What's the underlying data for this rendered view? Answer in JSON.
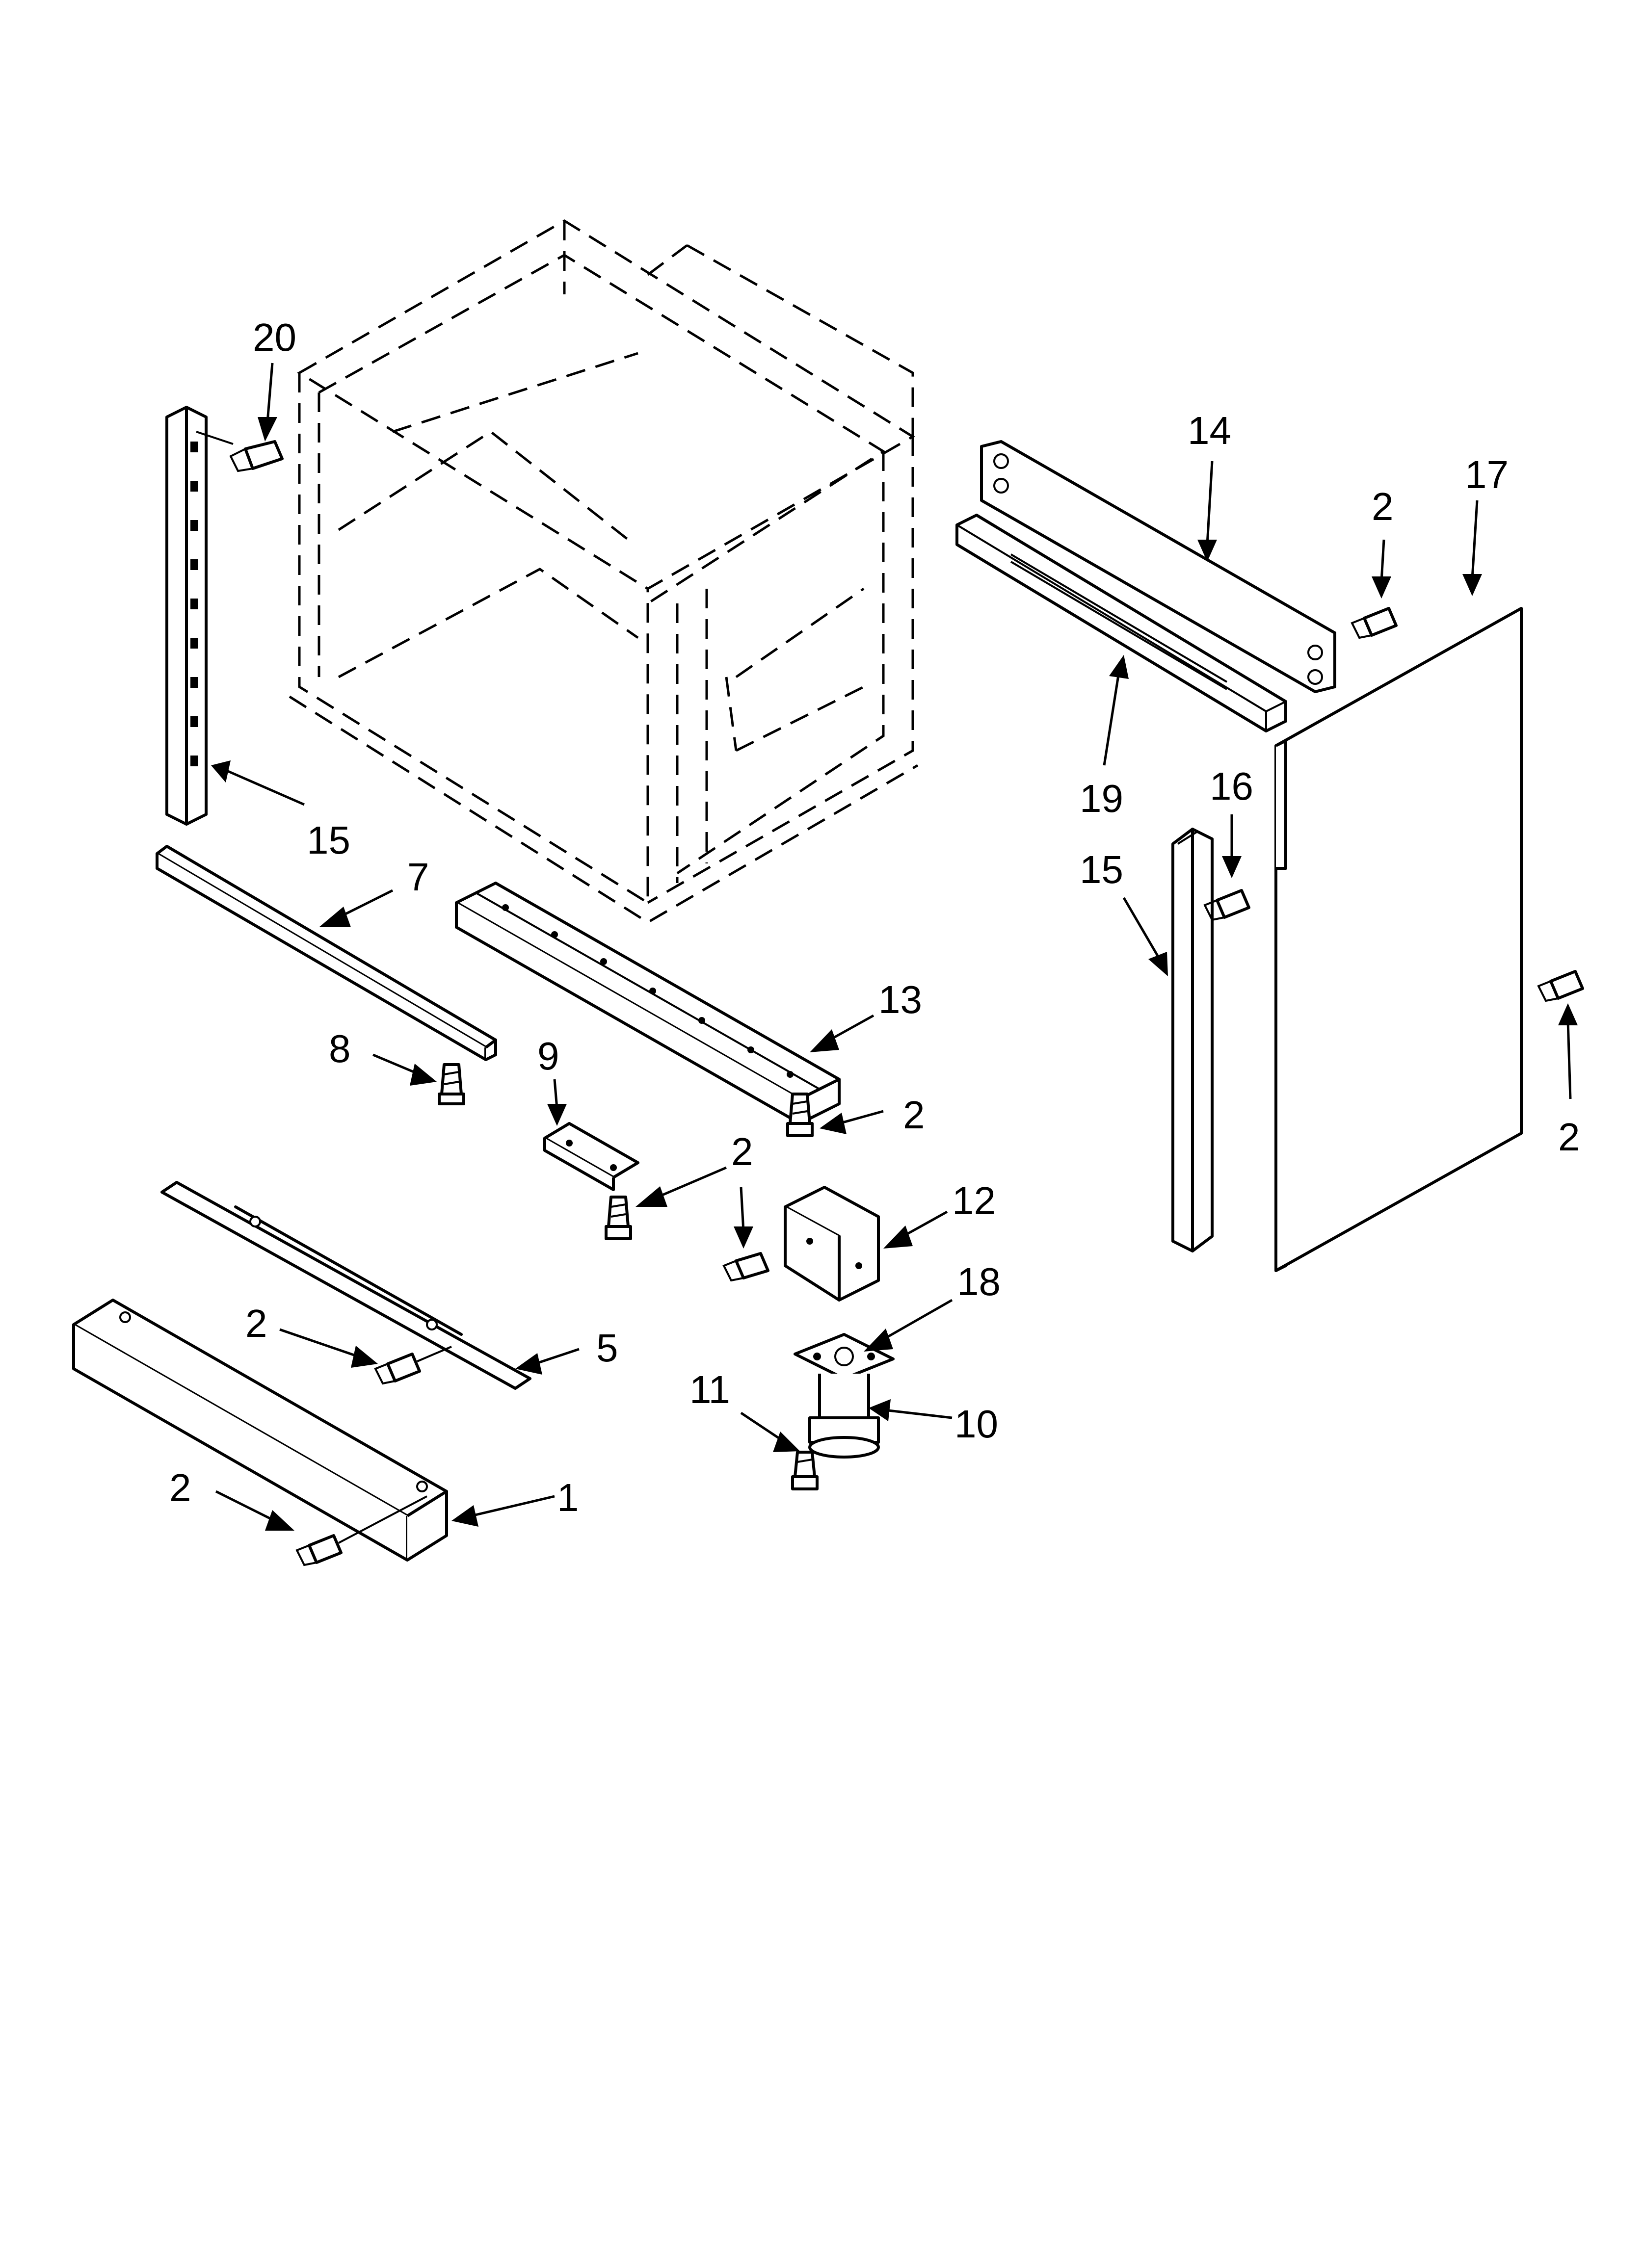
{
  "callouts": [
    {
      "id": "c20",
      "label": "20"
    },
    {
      "id": "c15a",
      "label": "15"
    },
    {
      "id": "c7",
      "label": "7"
    },
    {
      "id": "c8",
      "label": "8"
    },
    {
      "id": "c9",
      "label": "9"
    },
    {
      "id": "c13",
      "label": "13"
    },
    {
      "id": "c2a",
      "label": "2"
    },
    {
      "id": "c2b",
      "label": "2"
    },
    {
      "id": "c12",
      "label": "12"
    },
    {
      "id": "c18",
      "label": "18"
    },
    {
      "id": "c10",
      "label": "10"
    },
    {
      "id": "c11",
      "label": "11"
    },
    {
      "id": "c5",
      "label": "5"
    },
    {
      "id": "c2c",
      "label": "2"
    },
    {
      "id": "c1",
      "label": "1"
    },
    {
      "id": "c2d",
      "label": "2"
    },
    {
      "id": "c14",
      "label": "14"
    },
    {
      "id": "c2e",
      "label": "2"
    },
    {
      "id": "c17",
      "label": "17"
    },
    {
      "id": "c19",
      "label": "19"
    },
    {
      "id": "c16",
      "label": "16"
    },
    {
      "id": "c15b",
      "label": "15"
    },
    {
      "id": "c2f",
      "label": "2"
    }
  ]
}
